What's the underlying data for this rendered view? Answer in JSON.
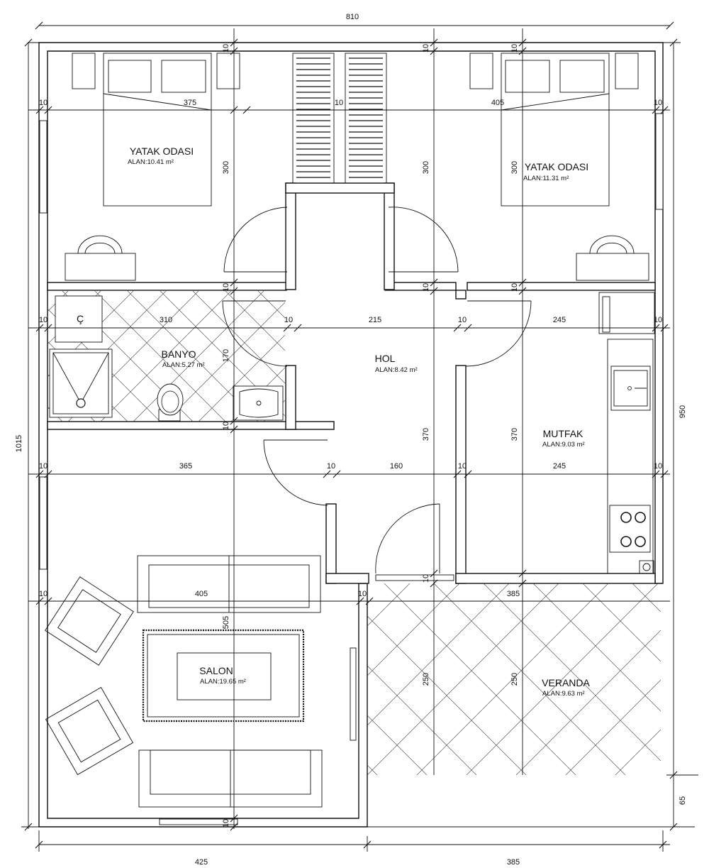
{
  "dimensions": {
    "top_total": "810",
    "left_total": "1015",
    "right_total": "950",
    "right_small": "65",
    "bottom_left": "425",
    "bottom_right": "385",
    "row1": [
      "10",
      "375",
      "10",
      "405",
      "10"
    ],
    "row1_top": [
      "10",
      "10",
      "10"
    ],
    "row1_vert": [
      "300",
      "300",
      "300"
    ],
    "row2": [
      "10",
      "310",
      "10",
      "215",
      "10",
      "245",
      "10"
    ],
    "row2_top": [
      "10",
      "10",
      "10"
    ],
    "row2_vert": [
      "170"
    ],
    "row3": [
      "10",
      "365",
      "10",
      "160",
      "10",
      "245",
      "10"
    ],
    "row3_top": [
      "10"
    ],
    "row3_vert": [
      "370",
      "370"
    ],
    "row4": [
      "10",
      "405",
      "10",
      "385"
    ],
    "row4_top": [
      "10"
    ],
    "row4_vert": [
      "505",
      "250",
      "250"
    ],
    "bottom_mid": "10"
  },
  "rooms": {
    "bedroom1": {
      "name": "YATAK ODASI",
      "area": "ALAN:10.41 m²"
    },
    "bedroom2": {
      "name": "YATAK ODASI",
      "area": "ALAN:11.31 m²"
    },
    "bathroom": {
      "name": "BANYO",
      "area": "ALAN:5.27 m²"
    },
    "hall": {
      "name": "HOL",
      "area": "ALAN:8.42 m²"
    },
    "kitchen": {
      "name": "MUTFAK",
      "area": "ALAN:9.03 m²"
    },
    "living": {
      "name": "SALON",
      "area": "ALAN:19.65 m²"
    },
    "veranda": {
      "name": "VERANDA",
      "area": "ALAN:9.63 m²"
    },
    "laundry_label": "Ç"
  },
  "colors": {
    "line": "#111111",
    "background": "#ffffff"
  }
}
